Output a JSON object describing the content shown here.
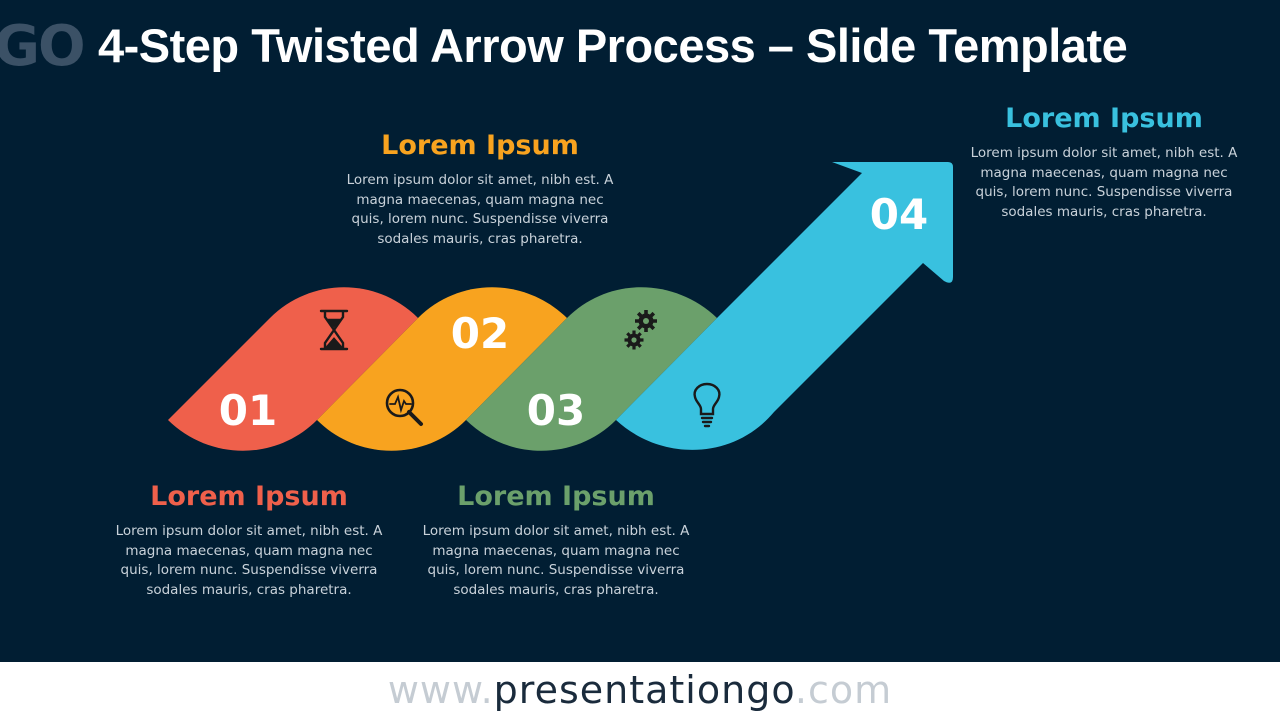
{
  "header": {
    "logo_text": "GO",
    "title": "4-Step Twisted Arrow Process – Slide Template"
  },
  "steps": [
    {
      "number": "01",
      "color": "#ef604b",
      "icon": "hourglass-icon",
      "heading": "Lorem Ipsum",
      "text": "Lorem ipsum dolor sit amet, nibh est. A magna maecenas, quam magna nec quis, lorem nunc. Suspendisse viverra sodales mauris, cras pharetra."
    },
    {
      "number": "02",
      "color": "#f8a31f",
      "icon": "magnifier-pulse-icon",
      "heading": "Lorem Ipsum",
      "text": "Lorem ipsum dolor sit amet, nibh est. A magna maecenas, quam magna nec quis, lorem nunc. Suspendisse viverra sodales mauris, cras pharetra."
    },
    {
      "number": "03",
      "color": "#6ba06b",
      "icon": "gears-icon",
      "heading": "Lorem Ipsum",
      "text": "Lorem ipsum dolor sit amet, nibh est. A magna maecenas, quam magna nec quis, lorem nunc. Suspendisse viverra sodales mauris, cras pharetra."
    },
    {
      "number": "04",
      "color": "#39c1df",
      "icon": "lightbulb-icon",
      "heading": "Lorem Ipsum",
      "text": "Lorem ipsum dolor sit amet, nibh est. A magna maecenas, quam magna nec quis, lorem nunc. Suspendisse viverra sodales mauris, cras pharetra."
    }
  ],
  "footer": {
    "prefix": "www.",
    "brand": "presentationgo",
    "suffix": ".com"
  }
}
